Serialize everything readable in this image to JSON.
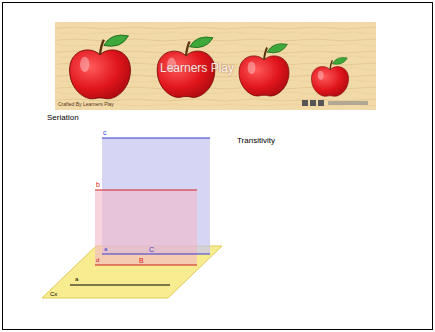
{
  "diagram": {
    "labels": [
      "Learners Play",
      "Crafted By Learners Play",
      "Seriation",
      "Transitivity",
      "c",
      "b",
      "a",
      "C",
      "d",
      "B",
      "a",
      "Cx"
    ]
  }
}
